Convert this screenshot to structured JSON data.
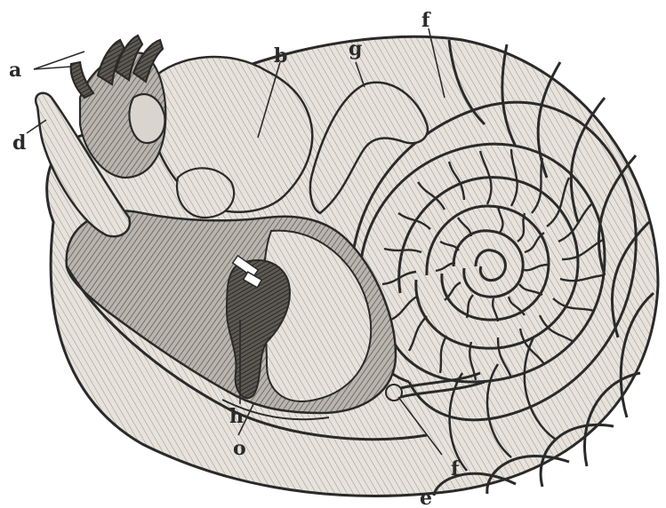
{
  "labels": {
    "a": "a",
    "b": "b",
    "d": "d",
    "g": "g",
    "f_top": "f",
    "h": "h",
    "o": "o",
    "e": "e",
    "f_bottom": "f"
  },
  "colors": {
    "background": "#ffffff",
    "ink": "#2a2a2a",
    "shell_fill": "#efece6",
    "body_fill": "#8e8a84",
    "body_dark": "#3f3c38"
  }
}
